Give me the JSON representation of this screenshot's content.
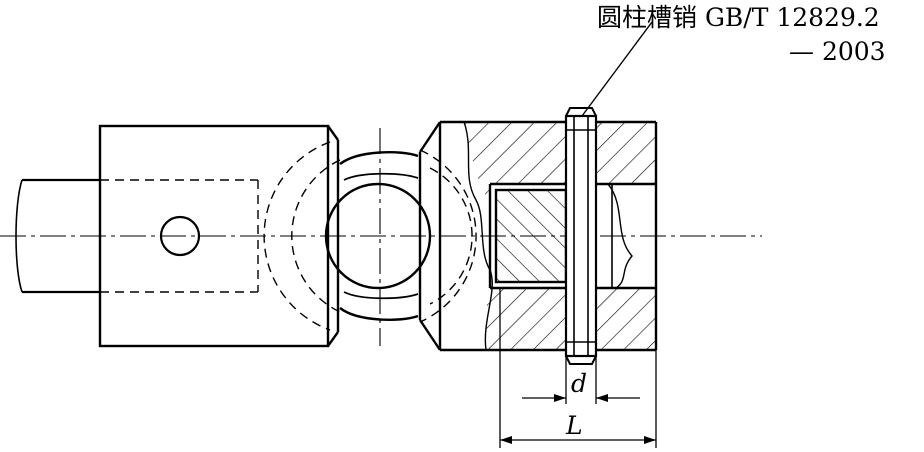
{
  "annotation": {
    "line1": "圆柱槽销  GB/T  12829.2",
    "line2": "— 2003"
  },
  "dimensions": {
    "pin_diameter": "d",
    "length": "L"
  }
}
